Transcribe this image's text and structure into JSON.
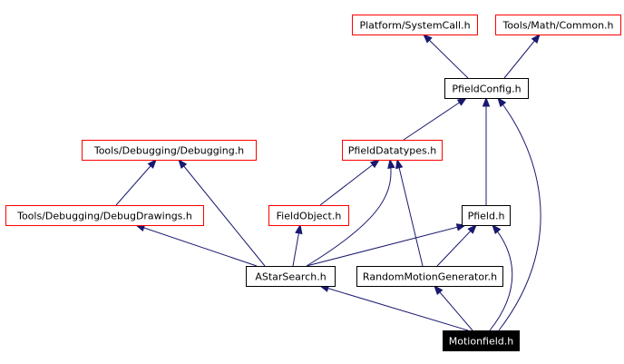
{
  "colors": {
    "edge": "#191970",
    "external_border": "#ff0000",
    "internal_border": "#000000",
    "focus_fill": "#000000",
    "focus_text": "#ffffff"
  },
  "nodes": [
    {
      "id": "systemcall",
      "label": "Platform/SystemCall.h",
      "kind": "external"
    },
    {
      "id": "common",
      "label": "Tools/Math/Common.h",
      "kind": "external"
    },
    {
      "id": "pfieldconfig",
      "label": "PfieldConfig.h",
      "kind": "internal"
    },
    {
      "id": "debugging",
      "label": "Tools/Debugging/Debugging.h",
      "kind": "external"
    },
    {
      "id": "pfielddatatypes",
      "label": "PfieldDatatypes.h",
      "kind": "external"
    },
    {
      "id": "debugdrawings",
      "label": "Tools/Debugging/DebugDrawings.h",
      "kind": "external"
    },
    {
      "id": "fieldobject",
      "label": "FieldObject.h",
      "kind": "external"
    },
    {
      "id": "pfield",
      "label": "Pfield.h",
      "kind": "internal"
    },
    {
      "id": "astarsearch",
      "label": "AStarSearch.h",
      "kind": "internal"
    },
    {
      "id": "randommotiongenerator",
      "label": "RandomMotionGenerator.h",
      "kind": "internal"
    },
    {
      "id": "motionfield",
      "label": "Motionfield.h",
      "kind": "focus"
    }
  ],
  "edges": [
    {
      "from": "pfieldconfig",
      "to": "systemcall"
    },
    {
      "from": "pfieldconfig",
      "to": "common"
    },
    {
      "from": "pfielddatatypes",
      "to": "pfieldconfig"
    },
    {
      "from": "pfield",
      "to": "pfieldconfig"
    },
    {
      "from": "motionfield",
      "to": "pfieldconfig"
    },
    {
      "from": "debugdrawings",
      "to": "debugging"
    },
    {
      "from": "astarsearch",
      "to": "debugging"
    },
    {
      "from": "fieldobject",
      "to": "pfielddatatypes"
    },
    {
      "from": "astarsearch",
      "to": "pfielddatatypes"
    },
    {
      "from": "randommotiongenerator",
      "to": "pfielddatatypes"
    },
    {
      "from": "astarsearch",
      "to": "debugdrawings"
    },
    {
      "from": "astarsearch",
      "to": "fieldobject"
    },
    {
      "from": "astarsearch",
      "to": "pfield"
    },
    {
      "from": "randommotiongenerator",
      "to": "pfield"
    },
    {
      "from": "motionfield",
      "to": "pfield"
    },
    {
      "from": "motionfield",
      "to": "astarsearch"
    },
    {
      "from": "motionfield",
      "to": "randommotiongenerator"
    }
  ]
}
